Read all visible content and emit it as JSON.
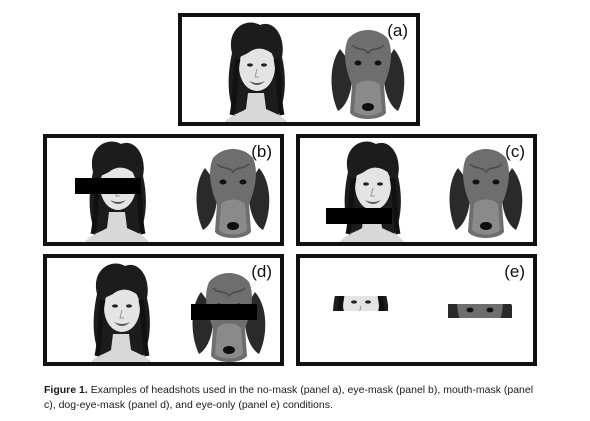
{
  "panels": [
    {
      "id": "a",
      "label": "(a)",
      "condition": "no-mask"
    },
    {
      "id": "b",
      "label": "(b)",
      "condition": "eye-mask"
    },
    {
      "id": "c",
      "label": "(c)",
      "condition": "mouth-mask"
    },
    {
      "id": "d",
      "label": "(d)",
      "condition": "dog-eye-mask"
    },
    {
      "id": "e",
      "label": "(e)",
      "condition": "eye-only"
    }
  ],
  "caption": {
    "label": "Figure 1.",
    "text": "Examples of headshots used in the no-mask (panel a), eye-mask (panel b), mouth-mask (panel c), dog-eye-mask (panel d), and eye-only (panel e) conditions."
  }
}
